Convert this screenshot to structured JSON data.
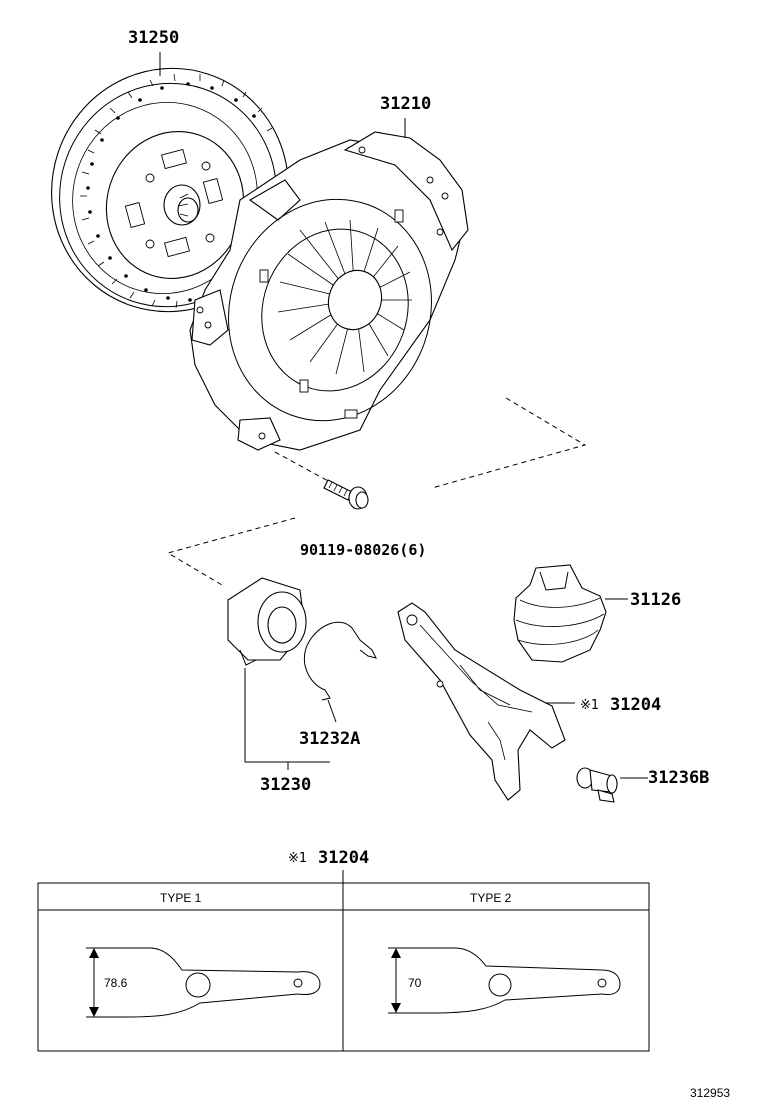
{
  "labels": {
    "disc": "31250",
    "cover": "31210",
    "bolt": "90119-08026(6)",
    "boot": "31126",
    "fork_mark": "※1",
    "fork": "31204",
    "bearing_clip": "31232A",
    "bearing": "31230",
    "stud": "31236B"
  },
  "table": {
    "mark": "※1",
    "part": "31204",
    "columns": [
      {
        "header": "TYPE 1",
        "dimension": "78.6"
      },
      {
        "header": "TYPE 2",
        "dimension": "70"
      }
    ]
  },
  "illustration_number": "312953"
}
